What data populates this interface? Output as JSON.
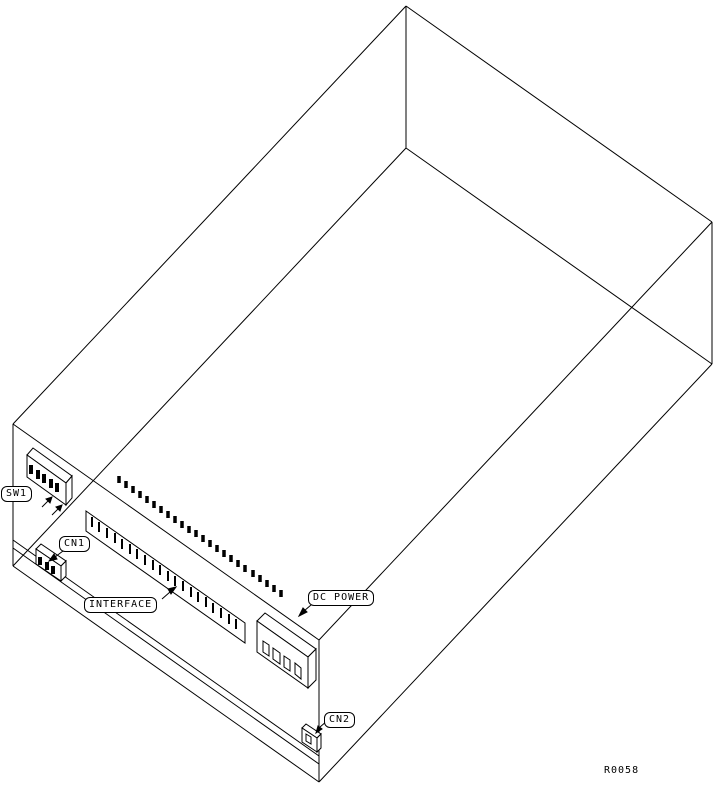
{
  "figure": {
    "type": "isometric-wireframe-technical-drawing",
    "labels": {
      "sw1": "SW1",
      "cn1": "CN1",
      "interface": "INTERFACE",
      "dc_power": "DC POWER",
      "cn2": "CN2"
    },
    "drawing_number": "R0058",
    "colors": {
      "line": "#000000",
      "background": "#ffffff"
    }
  }
}
